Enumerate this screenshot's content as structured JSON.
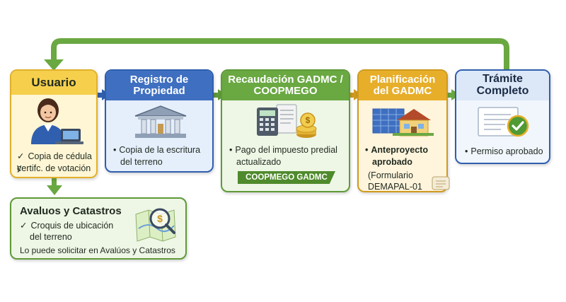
{
  "colors": {
    "yellow_border": "#e1b12c",
    "yellow_head": "#f6d04d",
    "yellow_body": "#fff6d5",
    "blue_border": "#2f5fae",
    "blue_head": "#3f6fc0",
    "blue_body": "#e5eefb",
    "green_border": "#5f9a38",
    "green_head": "#6aa842",
    "green_body": "#eef6e6",
    "orange_border": "#cf9a1e",
    "orange_head": "#e7ae2a",
    "orange_body": "#fff4dc",
    "light_border": "#2f5fae",
    "light_head": "#dce8f8",
    "light_body": "#f1f6fd",
    "arrow": "#6aa842",
    "return_arrow": "#6aa842"
  },
  "steps": {
    "usuario": {
      "title": "Usuario",
      "line1": "Copia de cédula y",
      "line2": "certifc. de votación",
      "icon": "user-at-laptop-icon"
    },
    "registro": {
      "title_line1": "Registro de",
      "title_line2": "Propiedad",
      "line1": "Copia de la escritura",
      "line2": "del terreno",
      "icon": "building-icon"
    },
    "recaudacion": {
      "title_line1": "Recaudación GADMC /",
      "title_line2": "COOPMEGO",
      "line1": "Pago del impuesto predial",
      "line2": "actualizado",
      "banner": "COOPMEGO GADMC",
      "icon": "calculator-coins-icon"
    },
    "planificacion": {
      "title_line1": "Planificación",
      "title_line2": "del GADMC",
      "line1": "Anteproyecto",
      "line2": "aprobado",
      "line3": "(Formulario",
      "line4": "DEMAPAL-01",
      "icon": "house-blueprint-icon"
    },
    "tramite": {
      "title_line1": "Trámite",
      "title_line2": "Completo",
      "line1": "Permiso aprobado",
      "icon": "approved-certificate-icon"
    },
    "avaluos": {
      "title": "Avaluos y Catastros",
      "line1": "Croquis de ubicación",
      "line2": "del terreno",
      "line3": "Lo puede solicitar en Avalúos y Catastros",
      "icon": "map-magnifier-icon"
    }
  }
}
